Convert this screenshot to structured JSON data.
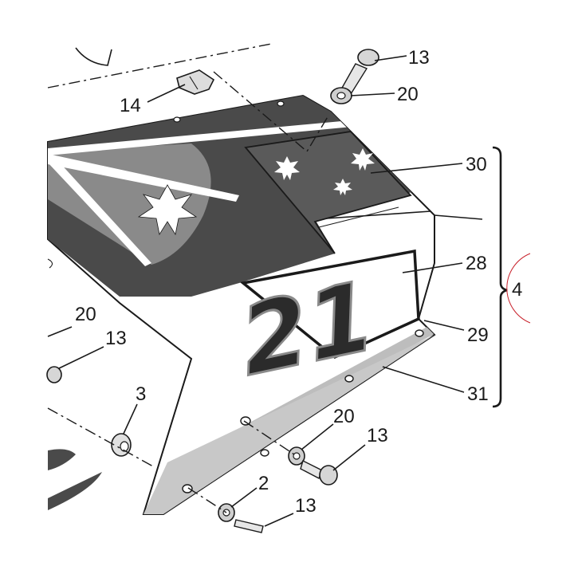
{
  "diagram": {
    "colors": {
      "body_white": "#ffffff",
      "panel_dark": "#4a4a4a",
      "panel_mid": "#8a8a8a",
      "panel_light": "#c8c8c8",
      "stripe_gray": "#bdbdbd",
      "outline": "#1a1a1a",
      "number_fill": "#2b2b2b",
      "highlight_circle": "#c8202a"
    },
    "decal_number": "21",
    "callouts": [
      {
        "id": "c13a",
        "text": "13"
      },
      {
        "id": "c20a",
        "text": "20"
      },
      {
        "id": "c14",
        "text": "14"
      },
      {
        "id": "c30",
        "text": "30"
      },
      {
        "id": "c28",
        "text": "28"
      },
      {
        "id": "c29",
        "text": "29"
      },
      {
        "id": "c31",
        "text": "31"
      },
      {
        "id": "c4",
        "text": "4"
      },
      {
        "id": "c20b",
        "text": "20"
      },
      {
        "id": "c13b",
        "text": "13"
      },
      {
        "id": "c3",
        "text": "3"
      },
      {
        "id": "c20c",
        "text": "20"
      },
      {
        "id": "c13c",
        "text": "13"
      },
      {
        "id": "c2",
        "text": "2"
      },
      {
        "id": "c13d",
        "text": "13"
      }
    ]
  }
}
